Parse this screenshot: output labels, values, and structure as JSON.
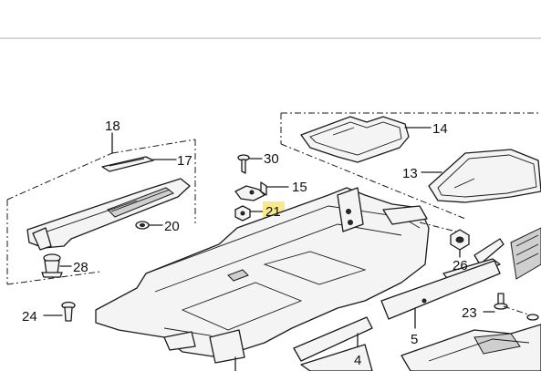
{
  "diagram": {
    "highlight_color": "#f6ea8c",
    "callouts": [
      "18",
      "17",
      "20",
      "28",
      "30",
      "15",
      "21",
      "14",
      "13",
      "26",
      "24",
      "23",
      "4",
      "5"
    ]
  }
}
